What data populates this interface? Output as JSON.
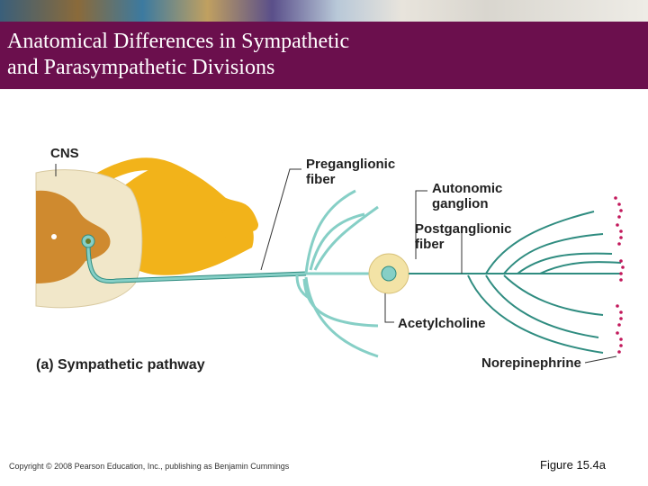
{
  "slide": {
    "title_line1": "Anatomical Differences in Sympathetic",
    "title_line2": "and Parasympathetic Divisions",
    "copyright": "Copyright © 2008 Pearson Education, Inc., publishing as Benjamin Cummings",
    "figure_label": "Figure 15.4a"
  },
  "diagram": {
    "labels": {
      "cns": "CNS",
      "preganglionic_1": "Preganglionic",
      "preganglionic_2": "fiber",
      "autonomic_1": "Autonomic",
      "autonomic_2": "ganglion",
      "postganglionic_1": "Postganglionic",
      "postganglionic_2": "fiber",
      "acetylcholine": "Acetylcholine",
      "norepinephrine": "Norepinephrine",
      "caption": "(a) Sympathetic pathway"
    },
    "colors": {
      "title_bg": "#6b0f4d",
      "nerve_yellow": "#f2b31a",
      "spinal_tan": "#f1e7c9",
      "spinal_orange": "#cf8a2f",
      "fiber_teal": "#86cfc6",
      "fiber_dark": "#2f8c80",
      "terminal_dots": "#c2185b"
    }
  }
}
